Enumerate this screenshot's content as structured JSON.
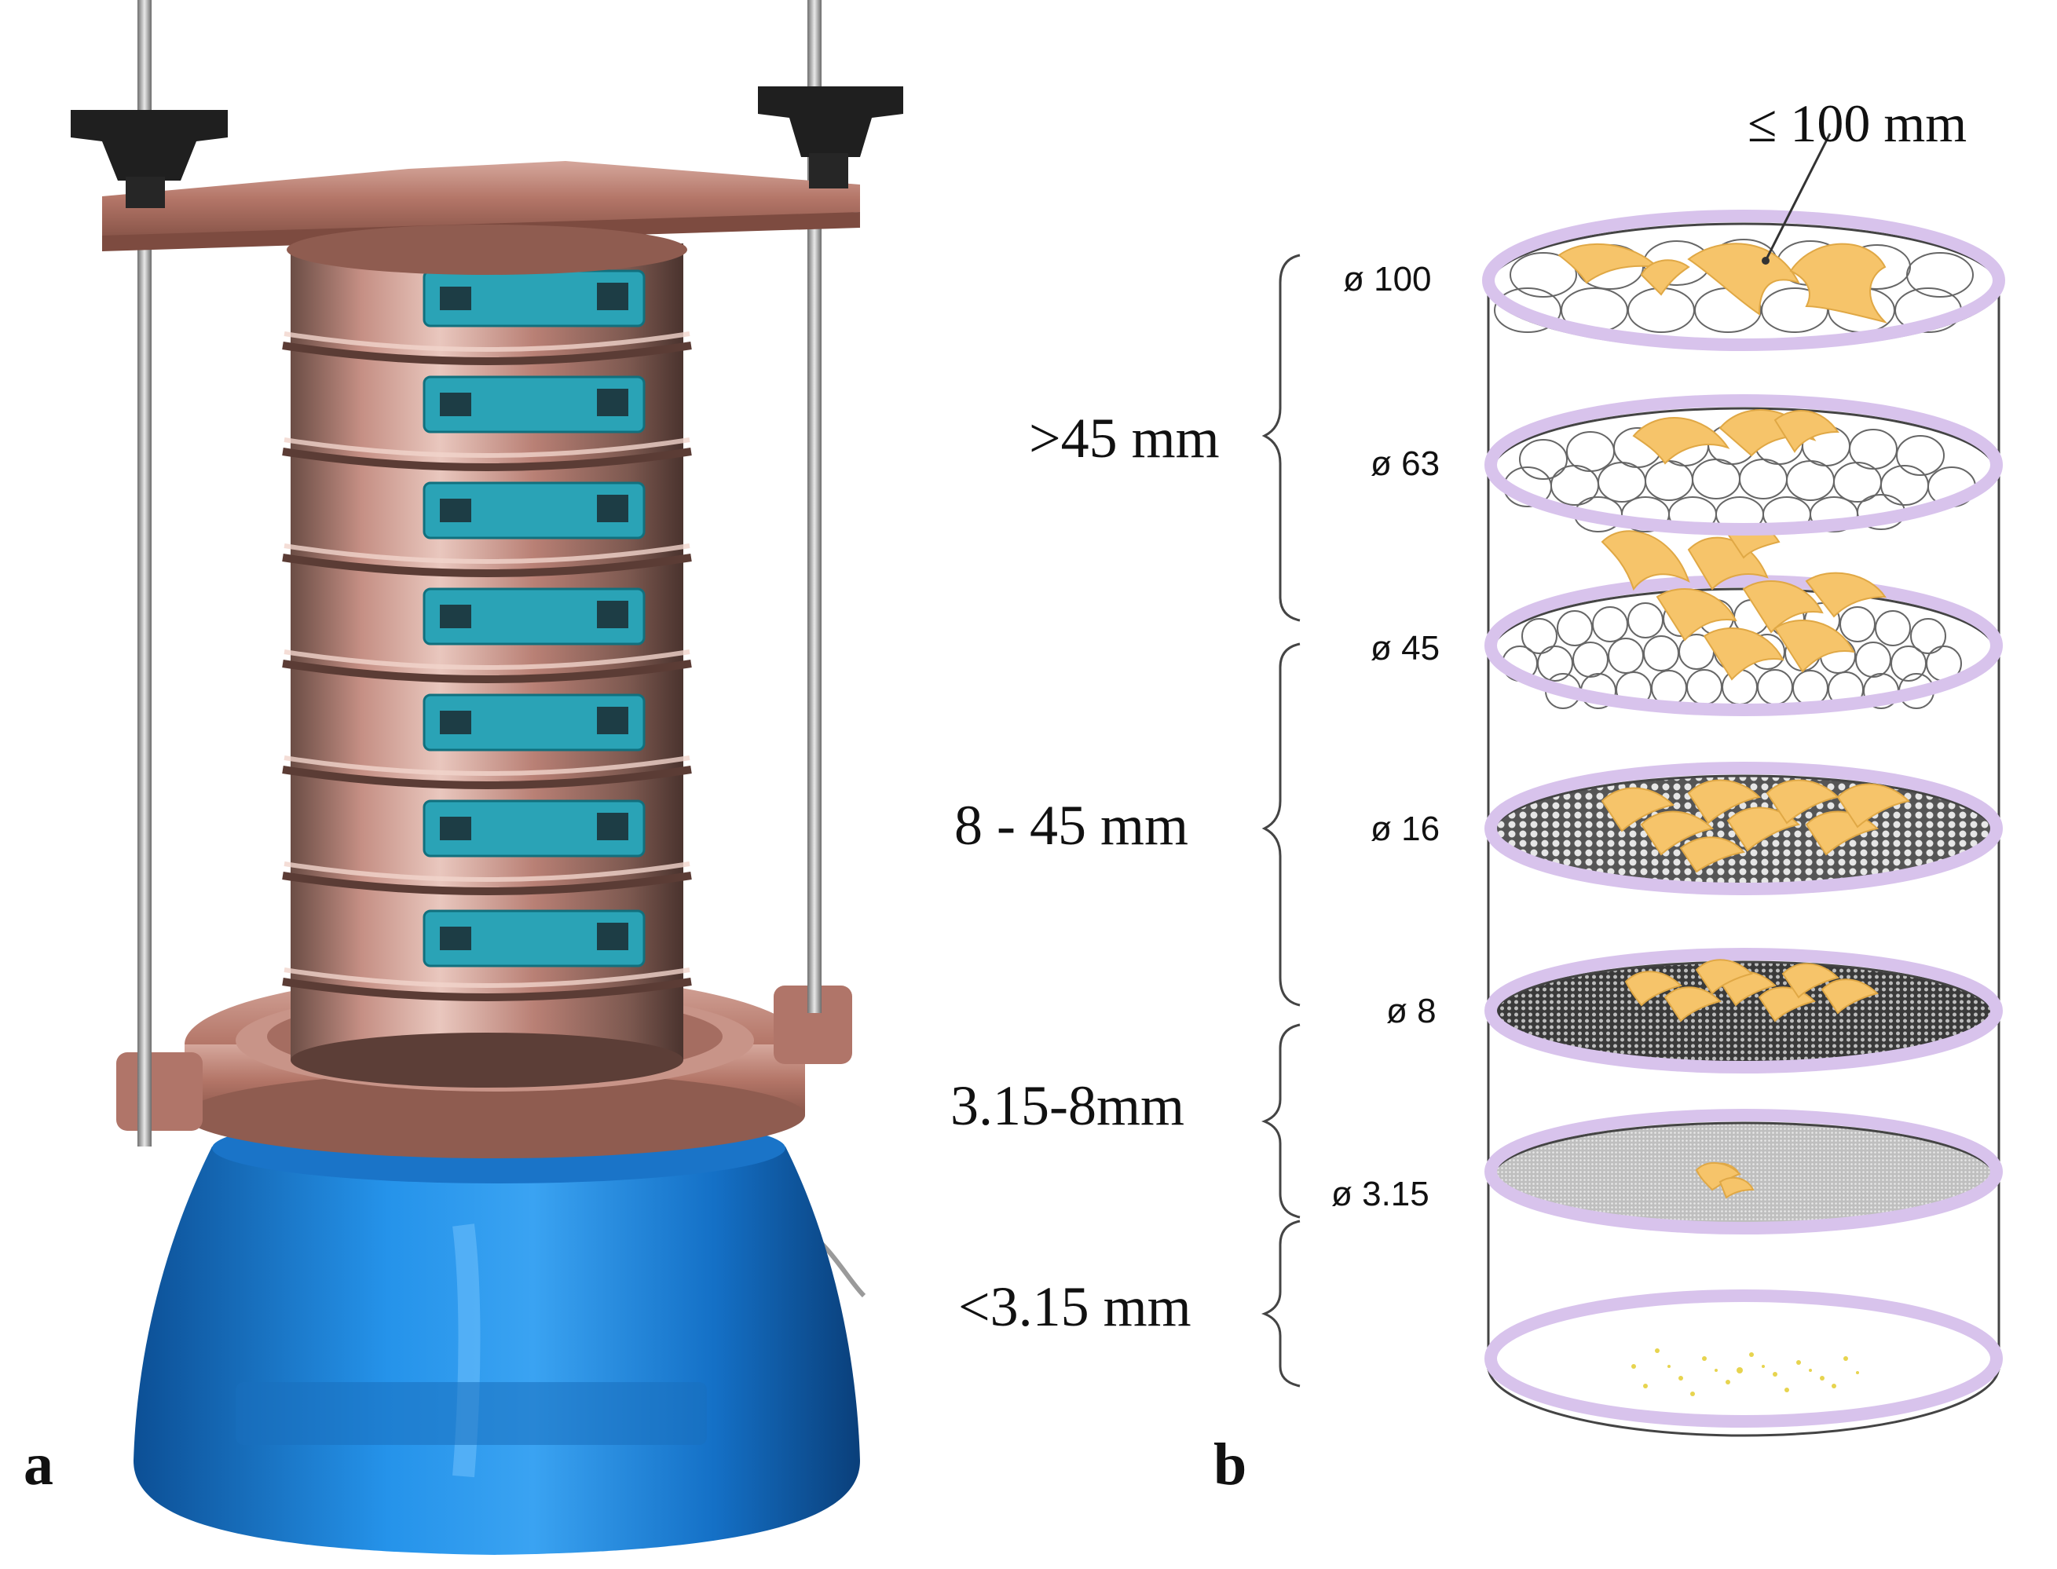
{
  "panels": {
    "a": {
      "label": "a"
    },
    "b": {
      "label": "b"
    }
  },
  "top_callout": "≤ 100 mm",
  "size_classes": [
    {
      "label": ">45 mm"
    },
    {
      "label": "8 - 45 mm"
    },
    {
      "label": "3.15-8mm"
    },
    {
      "label": "<3.15 mm"
    }
  ],
  "sieves": [
    {
      "label": "ø 100",
      "mesh": "very-coarse",
      "particle_load": "few-large"
    },
    {
      "label": "ø 63",
      "mesh": "coarse",
      "particle_load": "few-large"
    },
    {
      "label": "ø 45",
      "mesh": "medium",
      "particle_load": "many-large"
    },
    {
      "label": "ø 16",
      "mesh": "fine",
      "particle_load": "many-medium"
    },
    {
      "label": "ø 8",
      "mesh": "very-fine",
      "particle_load": "medium-cluster"
    },
    {
      "label": "ø 3.15",
      "mesh": "finest",
      "particle_load": "small-cluster"
    },
    {
      "label": "",
      "mesh": "pan",
      "particle_load": "dust"
    }
  ],
  "colors": {
    "sieve_rim": "#d8c3ec",
    "particle": "#f6c46a",
    "dust": "#e7d44f",
    "shaker_base": "#1b7fd6",
    "copper": "#b8776a",
    "label_blue": "#2aa3b6"
  }
}
